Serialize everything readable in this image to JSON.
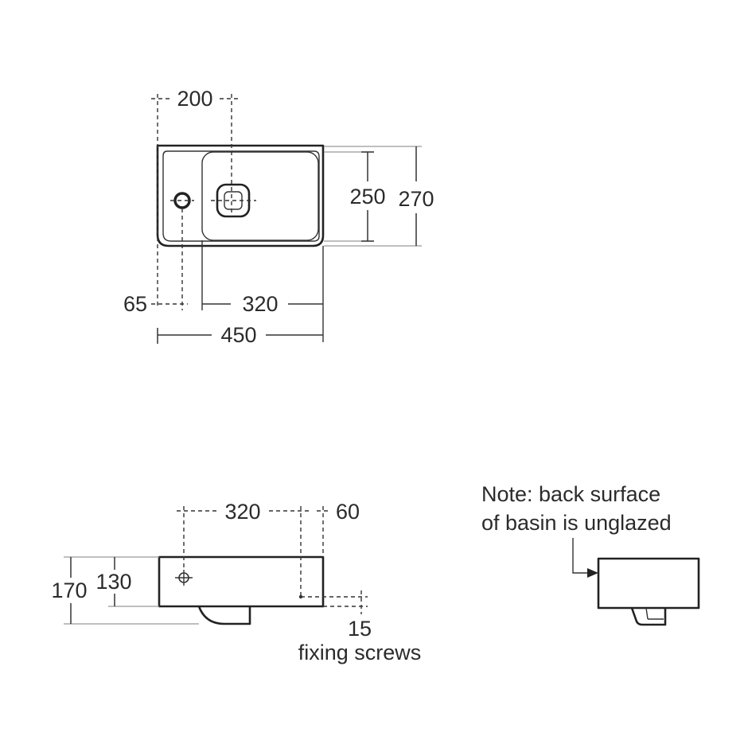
{
  "plan_view": {
    "dim_tap_offset": "200",
    "dim_bowl_depth": "250",
    "dim_total_depth": "270",
    "dim_tap_edge": "65",
    "dim_bowl_width": "320",
    "dim_total_width": "450"
  },
  "front_view": {
    "dim_bowl_width": "320",
    "dim_right": "60",
    "dim_total_height": "170",
    "dim_body_height": "130",
    "dim_screw": "15",
    "screw_label": "fixing screws"
  },
  "side_view": {
    "note_line1": "Note: back surface",
    "note_line2": "of basin is unglazed"
  }
}
